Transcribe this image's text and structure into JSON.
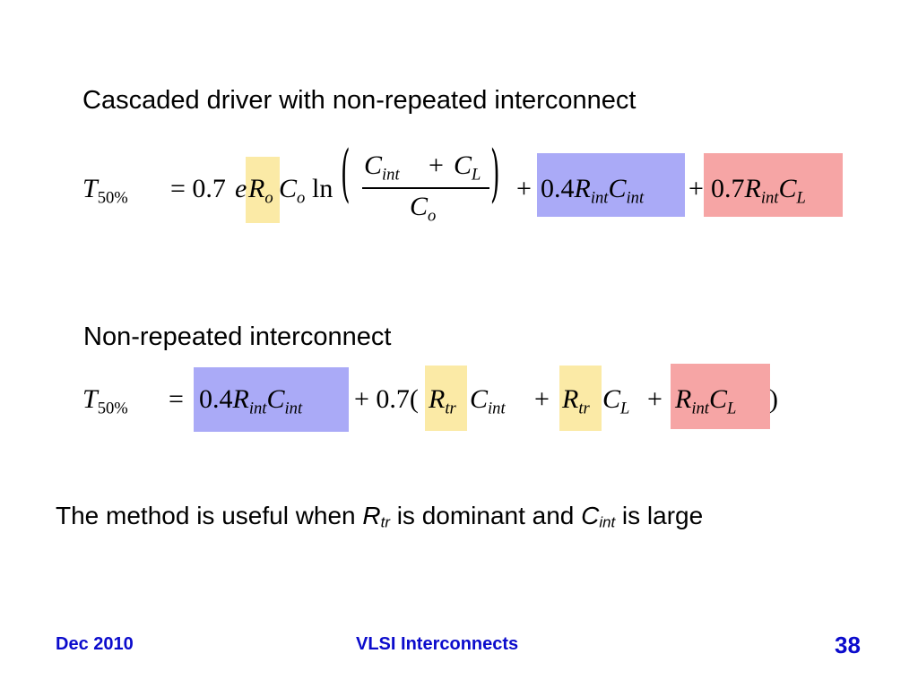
{
  "slide": {
    "heading1": "Cascaded driver with non-repeated interconnect",
    "heading2": "Non-repeated interconnect",
    "statement": {
      "pre": "The method is useful when ",
      "r": "R",
      "r_sub": "tr",
      "mid": " is dominant and ",
      "c": "C",
      "c_sub": "int",
      "post": " is large"
    }
  },
  "eq1": {
    "lhs": "T",
    "lhs_sub": "50%",
    "eq": "= 0.7",
    "e": "e",
    "ro": "R",
    "ro_sub": "o",
    "co": "C",
    "co_sub": "o",
    "ln": "ln",
    "num_c1": "C",
    "num_c1_sub": "int",
    "num_plus": "+",
    "num_c2": "C",
    "num_c2_sub": "L",
    "den": "C",
    "den_sub": "o",
    "plus1": "+",
    "t2_coef": "0.4",
    "t2_r": "R",
    "t2_r_sub": "int",
    "t2_c": "C",
    "t2_c_sub": "int",
    "plus2": "+",
    "t3_coef": "0.7",
    "t3_r": "R",
    "t3_r_sub": "int",
    "t3_c": "C",
    "t3_c_sub": "L"
  },
  "eq2": {
    "lhs": "T",
    "lhs_sub": "50%",
    "eq": "=",
    "t1_coef": "0.4",
    "t1_r": "R",
    "t1_r_sub": "int",
    "t1_c": "C",
    "t1_c_sub": "int",
    "plus1": "+ 0.7(",
    "a_r": "R",
    "a_r_sub": "tr",
    "a_c": "C",
    "a_c_sub": "int",
    "plus2": "+",
    "b_r": "R",
    "b_r_sub": "tr",
    "b_c": "C",
    "b_c_sub": "L",
    "plus3": "+",
    "c_r": "R",
    "c_r_sub": "int",
    "c_c": "C",
    "c_c_sub": "L",
    "close": ")"
  },
  "footer": {
    "left": "Dec 2010",
    "center": "VLSI Interconnects",
    "page": "38"
  },
  "colors": {
    "highlight_yellow": "#fbeaa6",
    "highlight_blue": "#aaaaf7",
    "highlight_red": "#f6a5a5",
    "footer_text": "#0b0bcc"
  }
}
